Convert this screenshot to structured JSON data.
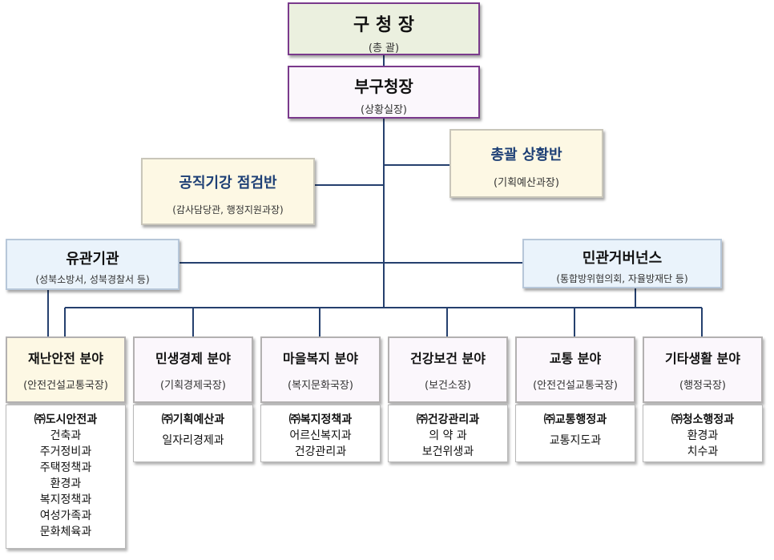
{
  "colors": {
    "top_fill": "#ebf0df",
    "top_border": "#7a3a8c",
    "deputy_fill": "#fbf7fc",
    "yellow_fill": "#fdf8e4",
    "blue_fill": "#eaf3fb",
    "line": "#25406e"
  },
  "head": {
    "title": "구 청 장",
    "sub": "(총 괄)"
  },
  "deputy": {
    "title": "부구청장",
    "sub": "(상황실장)"
  },
  "situation_team": {
    "title": "총괄 상황반",
    "sub": "(기획예산과장)"
  },
  "inspection_team": {
    "title": "공직기강 점검반",
    "sub": "(감사담당관, 행정지원과장)"
  },
  "related_agencies": {
    "title": "유관기관",
    "sub": "(성북소방서, 성북경찰서 등)"
  },
  "governance": {
    "title": "민관거버넌스",
    "sub": "(통합방위협의회, 자율방재단 등)"
  },
  "sectors": [
    {
      "title": "재난안전 분야",
      "head": "(안전건설교통국장)",
      "lead": "㈜도시안전과",
      "depts": [
        "건축과",
        "주거정비과",
        "주택정책과",
        "환경과",
        "복지정책과",
        "여성가족과",
        "문화체육과"
      ]
    },
    {
      "title": "민생경제 분야",
      "head": "(기획경제국장)",
      "lead": "㈜기획예산과",
      "depts": [
        "일자리경제과"
      ]
    },
    {
      "title": "마을복지 분야",
      "head": "(복지문화국장)",
      "lead": "㈜복지정책과",
      "depts": [
        "어르신복지과",
        "건강관리과"
      ]
    },
    {
      "title": "건강보건 분야",
      "head": "(보건소장)",
      "lead": "㈜건강관리과",
      "depts": [
        "의 약 과",
        "보건위생과"
      ]
    },
    {
      "title": "교통 분야",
      "head": "(안전건설교통국장)",
      "lead": "㈜교통행정과",
      "depts": [
        "교통지도과"
      ]
    },
    {
      "title": "기타생활 분야",
      "head": "(행정국장)",
      "lead": "㈜청소행정과",
      "depts": [
        "환경과",
        "치수과"
      ]
    }
  ]
}
